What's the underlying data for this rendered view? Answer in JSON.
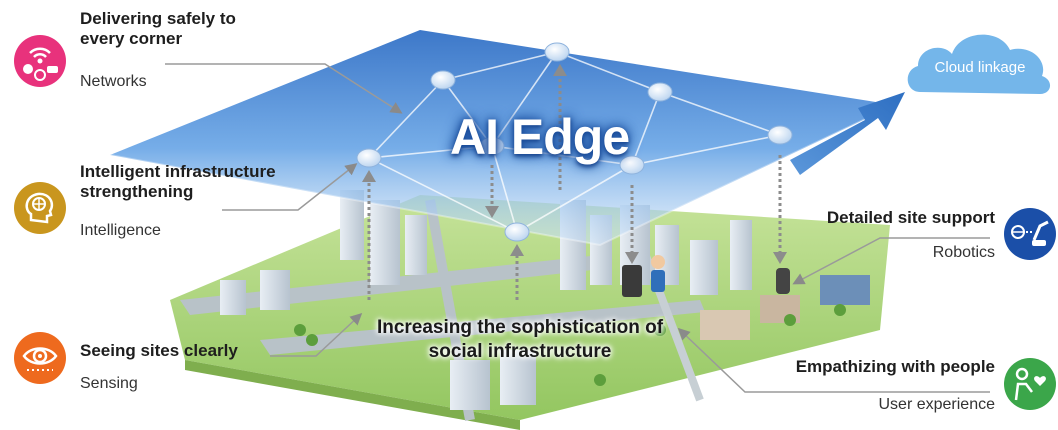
{
  "title": "AI Edge",
  "cloud_label": "Cloud linkage",
  "center_text_line1": "Increasing the sophistication of",
  "center_text_line2": "social infrastructure",
  "left_items": [
    {
      "title_line1": "Delivering safely to",
      "title_line2": "every corner",
      "subtitle": "Networks",
      "icon": "networks-icon",
      "color": "#e8327c"
    },
    {
      "title_line1": "Intelligent infrastructure",
      "title_line2": "strengthening",
      "subtitle": "Intelligence",
      "icon": "intelligence-icon",
      "color": "#c9961e"
    },
    {
      "title_line1": "Seeing sites clearly",
      "title_line2": "",
      "subtitle": "Sensing",
      "icon": "sensing-icon",
      "color": "#ee6a1e"
    }
  ],
  "right_items": [
    {
      "title": "Detailed site support",
      "subtitle": "Robotics",
      "icon": "robotics-icon",
      "color": "#1b4fa8"
    },
    {
      "title": "Empathizing with people",
      "subtitle": "User experience",
      "icon": "user-experience-icon",
      "color": "#3ba64a"
    }
  ],
  "colors": {
    "edge_layer": "#4a86d4",
    "cloud": "#6fb4e8",
    "ground": "#a9d47a",
    "connector": "#9a9a9a"
  }
}
